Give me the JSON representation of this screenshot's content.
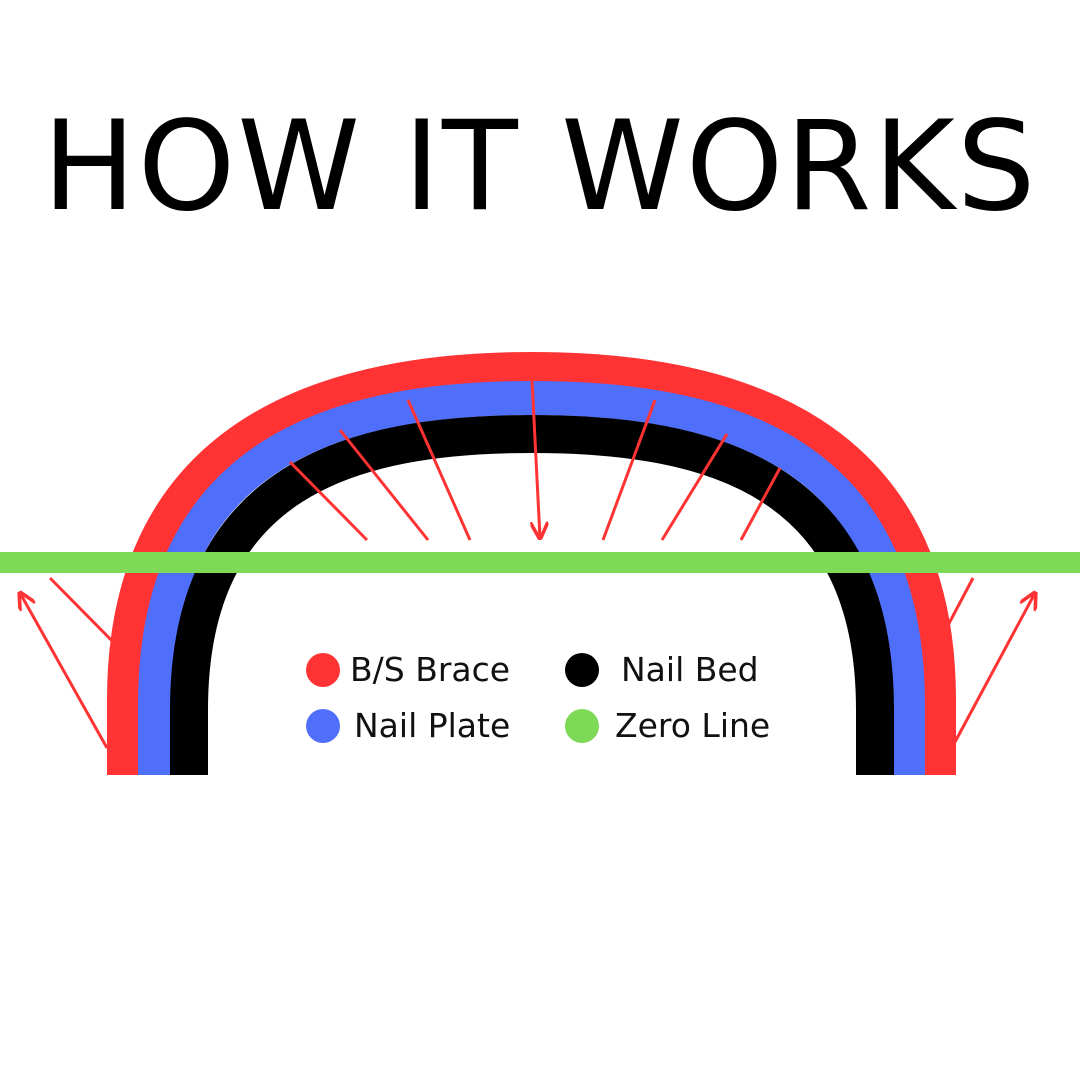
{
  "title": "HOW IT WORKS",
  "colors": {
    "brace": "#ff3333",
    "plate": "#4f6ffb",
    "bed": "#000000",
    "zero": "#7ed957",
    "arrow": "#ff3333"
  },
  "legend": [
    {
      "key": "brace",
      "label": "B/S Brace"
    },
    {
      "key": "bed",
      "label": "Nail Bed"
    },
    {
      "key": "plate",
      "label": "Nail Plate"
    },
    {
      "key": "zero",
      "label": "Zero Line"
    }
  ]
}
